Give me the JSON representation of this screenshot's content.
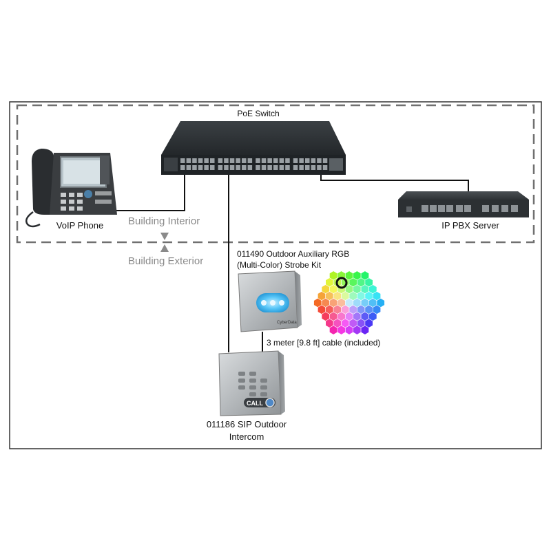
{
  "labels": {
    "poe_switch": "PoE Switch",
    "voip_phone": "VoIP Phone",
    "ip_pbx_server": "IP PBX Server",
    "building_interior": "Building Interior",
    "building_exterior": "Building Exterior",
    "strobe_kit_line1": "011490 Outdoor Auxiliary RGB",
    "strobe_kit_line2": "(Multi-Color) Strobe Kit",
    "cable_note": "3 meter [9.8 ft] cable (included)",
    "intercom_line1": "011186 SIP Outdoor",
    "intercom_line2": "Intercom",
    "intercom_badge": "CALL",
    "strobe_brand": "CyberData"
  },
  "colors": {
    "frame": "#333333",
    "dashed_boundary": "#707070",
    "cable": "#111111",
    "zone_text": "#8a8a8a",
    "strobe_glow": "#39b6f5",
    "device_dark": "#2d3236",
    "metal": "#b9bdc0"
  },
  "icons": {
    "phone": "voip-phone-icon",
    "switch": "poe-switch-icon",
    "pbx": "ip-pbx-server-icon",
    "strobe": "rgb-strobe-icon",
    "intercom": "sip-intercom-icon",
    "palette": "color-palette-icon"
  }
}
